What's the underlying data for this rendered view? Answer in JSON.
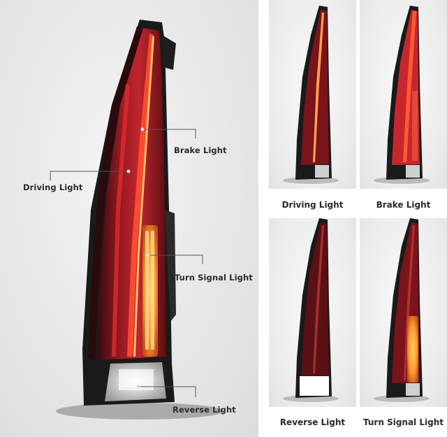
{
  "callouts": {
    "brake": "Brake Light",
    "driving": "Driving Light",
    "turn": "Turn Signal Light",
    "reverse": "Reverse Light"
  },
  "thumbnails": [
    {
      "label": "Driving Light"
    },
    {
      "label": "Brake Light"
    },
    {
      "label": "Reverse Light"
    },
    {
      "label": "Turn Signal Light"
    }
  ],
  "colors": {
    "housing": "#1a1a1a",
    "red_lens": "#b0202a",
    "bright_red": "#ff3a2a",
    "amber": "#ff9a2a",
    "white_light": "#f4f4f4"
  }
}
